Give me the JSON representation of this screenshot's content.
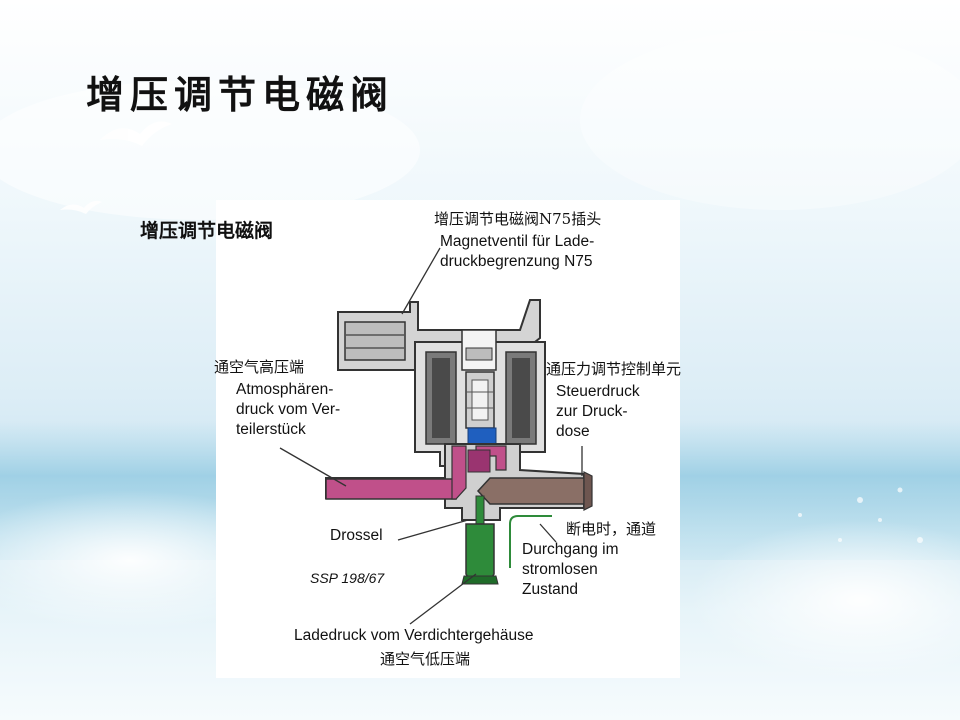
{
  "slide": {
    "title": "增压调节电磁阀"
  },
  "figure": {
    "subtitle": "增压调节电磁阀",
    "labels": {
      "plug_zh": "增压调节电磁阀N75插头",
      "plug_de_1": "Magnetventil für Lade-",
      "plug_de_2": "druckbegrenzung N75",
      "high_zh": "通空气高压端",
      "high_de_1": "Atmosphären-",
      "high_de_2": "druck vom Ver-",
      "high_de_3": "teilerstück",
      "ctrl_zh": "通压力调节控制单元",
      "ctrl_de_1": "Steuerdruck",
      "ctrl_de_2": "zur Druck-",
      "ctrl_de_3": "dose",
      "throttle_de": "Drossel",
      "off_zh": "断电时，通道",
      "off_de_1": "Durchgang im",
      "off_de_2": "stromlosen",
      "off_de_3": "Zustand",
      "ssp": "SSP 198/67",
      "low_de": "Ladedruck vom Verdichtergehäuse",
      "low_zh": "通空气低压端"
    }
  },
  "colors": {
    "pink": "#c0508a",
    "green": "#2e8b3a",
    "blue": "#1f5fbf",
    "grey": "#8c8c8c",
    "brown": "#8a6f66"
  }
}
